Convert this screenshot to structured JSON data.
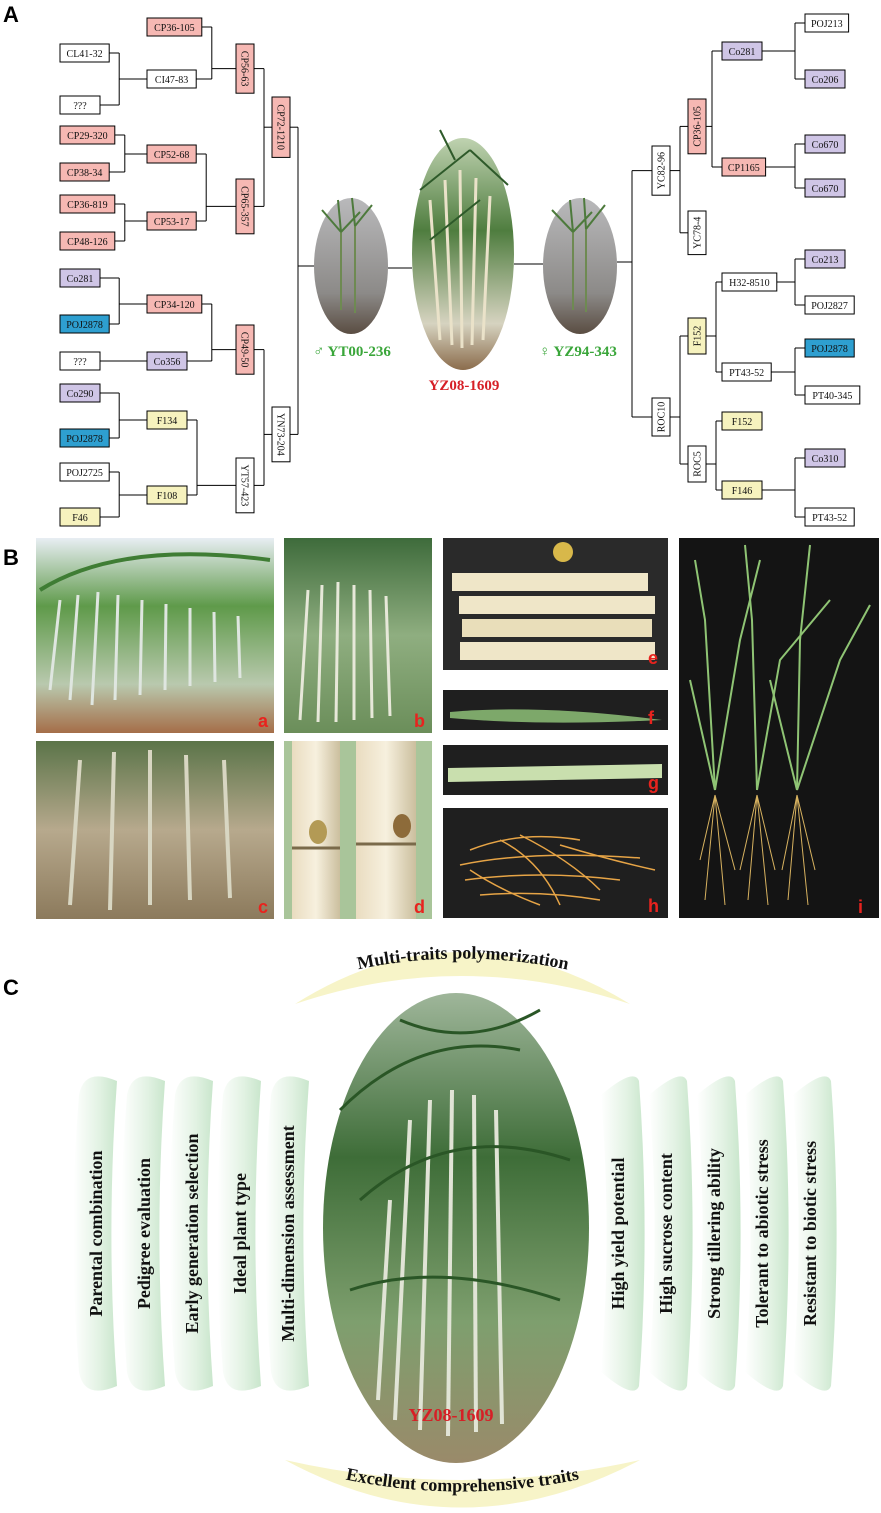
{
  "panels": {
    "A": "A",
    "B": "B",
    "C": "C"
  },
  "colors": {
    "pink": "#f6b8b3",
    "purple": "#cfc5e6",
    "blue": "#2e9fd0",
    "yellow": "#f6f2be",
    "white": "#ffffff",
    "green_text": "#3aa63a",
    "red_text": "#d61f26",
    "arc_green": "#e2f2e3",
    "arc_yellow": "#f7f4c8"
  },
  "pedigree": {
    "center_label": "YZ08-1609",
    "male_label": "♂ YT00-236",
    "female_label": "♀ YZ94-343",
    "left_nodes": [
      {
        "id": "CL41-32",
        "label": "CL41-32",
        "color": "white"
      },
      {
        "id": "q1",
        "label": "???",
        "color": "white"
      },
      {
        "id": "CI47-83",
        "label": "CI47-83",
        "color": "white"
      },
      {
        "id": "CP36-105a",
        "label": "CP36-105",
        "color": "pink"
      },
      {
        "id": "CP56-63",
        "label": "CP56-63",
        "color": "pink",
        "vertical": true
      },
      {
        "id": "CP29-320",
        "label": "CP29-320",
        "color": "pink"
      },
      {
        "id": "CP38-34",
        "label": "CP38-34",
        "color": "pink"
      },
      {
        "id": "CP52-68",
        "label": "CP52-68",
        "color": "pink"
      },
      {
        "id": "CP36-819",
        "label": "CP36-819",
        "color": "pink"
      },
      {
        "id": "CP48-126",
        "label": "CP48-126",
        "color": "pink"
      },
      {
        "id": "CP53-17",
        "label": "CP53-17",
        "color": "pink"
      },
      {
        "id": "CP65-357",
        "label": "CP65-357",
        "color": "pink",
        "vertical": true
      },
      {
        "id": "CP72-1210",
        "label": "CP72-1210",
        "color": "pink",
        "vertical": true
      },
      {
        "id": "Co281L",
        "label": "Co281",
        "color": "purple"
      },
      {
        "id": "POJ2878a",
        "label": "POJ2878",
        "color": "blue"
      },
      {
        "id": "CP34-120",
        "label": "CP34-120",
        "color": "pink"
      },
      {
        "id": "q2",
        "label": "???",
        "color": "white"
      },
      {
        "id": "Co356",
        "label": "Co356",
        "color": "purple"
      },
      {
        "id": "CP49-50",
        "label": "CP49-50",
        "color": "pink",
        "vertical": true
      },
      {
        "id": "Co290",
        "label": "Co290",
        "color": "purple"
      },
      {
        "id": "POJ2878b",
        "label": "POJ2878",
        "color": "blue"
      },
      {
        "id": "F134",
        "label": "F134",
        "color": "yellow"
      },
      {
        "id": "POJ2725",
        "label": "POJ2725",
        "color": "white"
      },
      {
        "id": "F46",
        "label": "F46",
        "color": "yellow"
      },
      {
        "id": "F108",
        "label": "F108",
        "color": "yellow"
      },
      {
        "id": "YT57-423",
        "label": "YT57-423",
        "color": "white",
        "vertical": true
      },
      {
        "id": "YN73-204",
        "label": "YN73-204",
        "color": "white",
        "vertical": true
      }
    ],
    "right_nodes": [
      {
        "id": "POJ213",
        "label": "POJ213",
        "color": "white"
      },
      {
        "id": "Co206",
        "label": "Co206",
        "color": "purple"
      },
      {
        "id": "Co281R",
        "label": "Co281",
        "color": "purple"
      },
      {
        "id": "Co670a",
        "label": "Co670",
        "color": "purple"
      },
      {
        "id": "Co670b",
        "label": "Co670",
        "color": "purple"
      },
      {
        "id": "CP1165",
        "label": "CP1165",
        "color": "pink"
      },
      {
        "id": "CP36-105b",
        "label": "CP36-105",
        "color": "pink",
        "vertical": true
      },
      {
        "id": "YC82-96",
        "label": "YC82-96",
        "color": "white",
        "vertical": true
      },
      {
        "id": "YC78-4",
        "label": "YC78-4",
        "color": "white",
        "vertical": true
      },
      {
        "id": "Co213",
        "label": "Co213",
        "color": "purple"
      },
      {
        "id": "POJ2827",
        "label": "POJ2827",
        "color": "white"
      },
      {
        "id": "H32-8510",
        "label": "H32-8510",
        "color": "white"
      },
      {
        "id": "POJ2878c",
        "label": "POJ2878",
        "color": "blue"
      },
      {
        "id": "PT40-345",
        "label": "PT40-345",
        "color": "white"
      },
      {
        "id": "PT43-52a",
        "label": "PT43-52",
        "color": "white"
      },
      {
        "id": "F152a",
        "label": "F152",
        "color": "yellow",
        "vertical": true
      },
      {
        "id": "ROC10",
        "label": "ROC10",
        "color": "white",
        "vertical": true
      },
      {
        "id": "F152b",
        "label": "F152",
        "color": "yellow"
      },
      {
        "id": "Co310",
        "label": "Co310",
        "color": "purple"
      },
      {
        "id": "PT43-52b",
        "label": "PT43-52",
        "color": "white"
      },
      {
        "id": "F146",
        "label": "F146",
        "color": "yellow"
      },
      {
        "id": "ROC5",
        "label": "ROC5",
        "color": "white",
        "vertical": true
      }
    ]
  },
  "photos": {
    "labels": [
      "a",
      "b",
      "c",
      "d",
      "e",
      "f",
      "g",
      "h",
      "i"
    ]
  },
  "panel_c": {
    "top_arc": "Multi-traits polymerization",
    "bottom_arc": "Excellent comprehensive traits",
    "center_label": "YZ08-1609",
    "left_pillars": [
      "Parental combination",
      "Pedigree evaluation",
      "Early generation selection",
      "Ideal plant type",
      "Multi-dimension assessment"
    ],
    "right_pillars": [
      "High yield potential",
      "High sucrose content",
      "Strong tillering ability",
      "Tolerant to abiotic stress",
      "Resistant to biotic stress"
    ]
  }
}
